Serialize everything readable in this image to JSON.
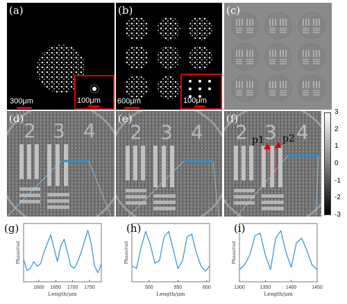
{
  "panels": {
    "a": {
      "label": "(a)",
      "scale": "300μm",
      "inset_scale": "100μm"
    },
    "b": {
      "label": "(b)",
      "scale": "600μm",
      "inset_scale": "100μm"
    },
    "c": {
      "label": "(c)"
    },
    "d": {
      "label": "(d)"
    },
    "e": {
      "label": "(e)"
    },
    "f": {
      "label": "(f)",
      "marker1": "p1",
      "marker2": "p2"
    },
    "g": {
      "label": "(g)"
    },
    "h": {
      "label": "(h)"
    },
    "i": {
      "label": "(i)"
    }
  },
  "colorbar": {
    "ticks": [
      "3",
      "2",
      "1",
      "0",
      "-1",
      "-2",
      "-3"
    ],
    "min": -3,
    "max": 3
  },
  "colors": {
    "profile": "#2c8fd0",
    "scale": "#e10000",
    "marker": "#e10000"
  },
  "chart_data": [
    {
      "type": "line",
      "title": "",
      "xlabel": "Length/μm",
      "ylabel": "Phase/rad",
      "xlim": [
        1555,
        1785
      ],
      "ylim": [
        -1.2,
        1.4
      ],
      "xticks": [
        1600,
        1650,
        1700,
        1750
      ],
      "x": [
        1555,
        1565,
        1575,
        1585,
        1595,
        1605,
        1615,
        1625,
        1635,
        1645,
        1655,
        1665,
        1675,
        1685,
        1695,
        1705,
        1715,
        1725,
        1735,
        1745,
        1755,
        1765,
        1775,
        1785
      ],
      "series": [
        {
          "values": [
            -0.2,
            -0.7,
            -0.6,
            -0.3,
            -0.5,
            -0.4,
            0.1,
            0.5,
            0.9,
            0.3,
            -0.3,
            0.4,
            0.7,
            0.1,
            -0.5,
            -0.6,
            -0.3,
            0.1,
            0.6,
            1.1,
            0.5,
            -0.5,
            -0.8,
            -0.4
          ]
        }
      ]
    },
    {
      "type": "line",
      "title": "",
      "xlabel": "Length/μm",
      "ylabel": "Phase/rad",
      "xlim": [
        470,
        605
      ],
      "ylim": [
        -1.0,
        1.2
      ],
      "xticks": [
        500,
        550,
        600
      ],
      "x": [
        470,
        478,
        486,
        494,
        502,
        510,
        518,
        526,
        534,
        542,
        550,
        558,
        566,
        574,
        582,
        590,
        598,
        605
      ],
      "series": [
        {
          "values": [
            -0.4,
            -0.5,
            0.3,
            0.9,
            0.4,
            -0.3,
            -0.2,
            0.7,
            0.9,
            0.2,
            -0.5,
            -0.2,
            0.7,
            0.8,
            0.1,
            -0.4,
            -0.6,
            -0.4
          ]
        }
      ]
    },
    {
      "type": "line",
      "title": "",
      "xlabel": "Length/μm",
      "ylabel": "Phase/rad",
      "xlim": [
        1300,
        1450
      ],
      "ylim": [
        -1.0,
        1.4
      ],
      "xticks": [
        1300,
        1350,
        1400,
        1450
      ],
      "x": [
        1300,
        1310,
        1320,
        1330,
        1340,
        1350,
        1360,
        1370,
        1380,
        1390,
        1400,
        1410,
        1420,
        1430,
        1440,
        1450
      ],
      "series": [
        {
          "values": [
            -0.5,
            -0.3,
            0.1,
            0.9,
            1.0,
            0.1,
            -0.5,
            0.8,
            1.1,
            0.2,
            -0.4,
            0.6,
            0.8,
            0.3,
            -0.3,
            -0.5
          ]
        }
      ]
    }
  ]
}
